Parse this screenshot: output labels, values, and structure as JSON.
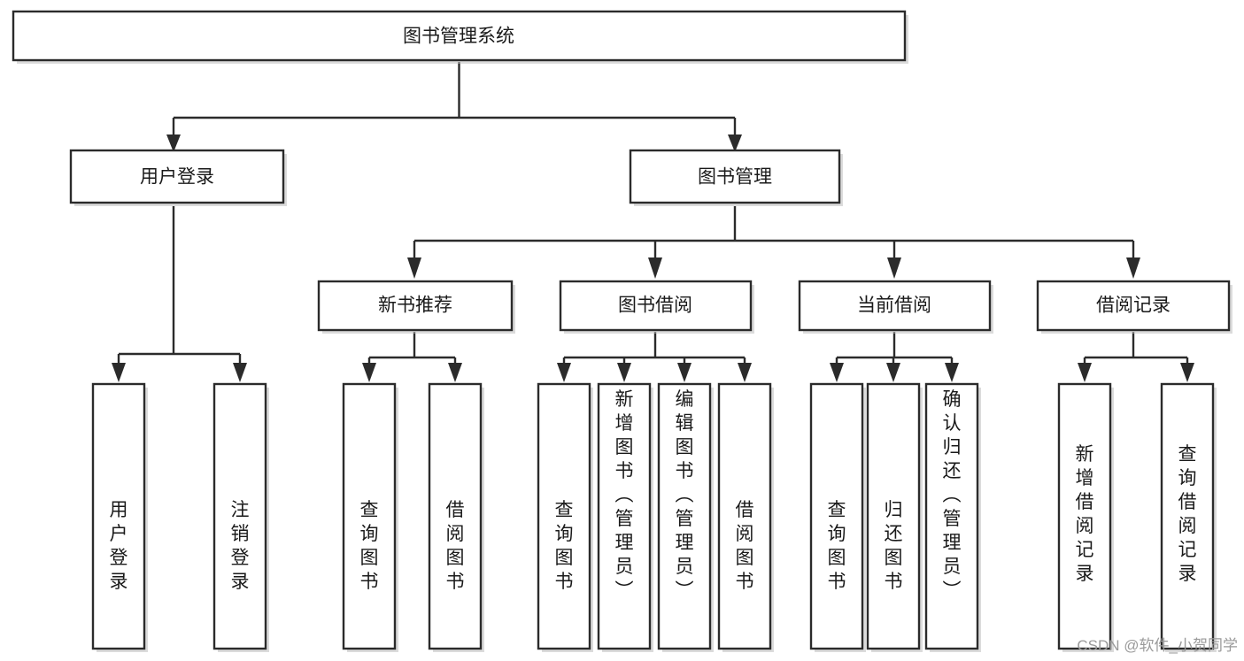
{
  "diagram": {
    "type": "tree-hierarchy",
    "title": "图书管理系统",
    "orientation": "top-down",
    "colors": {
      "background": "#ffffff",
      "box_fill": "#ffffff",
      "box_stroke": "#2b2b2b",
      "edge": "#2b2b2b",
      "text": "#1a1a1a",
      "shadow": "#bdbdbd",
      "watermark": "#9a9a9a"
    },
    "levels": [
      {
        "level": 1,
        "nodes": [
          {
            "id": "root",
            "label": "图书管理系统",
            "orientation": "horizontal"
          }
        ]
      },
      {
        "level": 2,
        "nodes": [
          {
            "id": "user-login",
            "label": "用户登录",
            "orientation": "horizontal",
            "parent": "root"
          },
          {
            "id": "book-manage",
            "label": "图书管理",
            "orientation": "horizontal",
            "parent": "root"
          }
        ]
      },
      {
        "level": 3,
        "nodes": [
          {
            "id": "new-book-rec",
            "label": "新书推荐",
            "orientation": "horizontal",
            "parent": "book-manage"
          },
          {
            "id": "book-borrow",
            "label": "图书借阅",
            "orientation": "horizontal",
            "parent": "book-manage"
          },
          {
            "id": "current-borrow",
            "label": "当前借阅",
            "orientation": "horizontal",
            "parent": "book-manage"
          },
          {
            "id": "borrow-record",
            "label": "借阅记录",
            "orientation": "horizontal",
            "parent": "book-manage"
          }
        ]
      },
      {
        "level": 4,
        "nodes": [
          {
            "id": "leaf-user-login",
            "label": "用户登录",
            "orientation": "vertical",
            "parent": "user-login"
          },
          {
            "id": "leaf-logout-login",
            "label": "注销登录",
            "orientation": "vertical",
            "parent": "user-login"
          },
          {
            "id": "leaf-query-book-1",
            "label": "查询图书",
            "orientation": "vertical",
            "parent": "new-book-rec"
          },
          {
            "id": "leaf-borrow-book-1",
            "label": "借阅图书",
            "orientation": "vertical",
            "parent": "new-book-rec"
          },
          {
            "id": "leaf-query-book-2",
            "label": "查询图书",
            "orientation": "vertical",
            "parent": "book-borrow"
          },
          {
            "id": "leaf-add-book-admin",
            "label": "新增图书（管理员）",
            "orientation": "vertical",
            "parent": "book-borrow"
          },
          {
            "id": "leaf-edit-book-admin",
            "label": "编辑图书（管理员）",
            "orientation": "vertical",
            "parent": "book-borrow"
          },
          {
            "id": "leaf-borrow-book-2",
            "label": "借阅图书",
            "orientation": "vertical",
            "parent": "book-borrow"
          },
          {
            "id": "leaf-query-book-3",
            "label": "查询图书",
            "orientation": "vertical",
            "parent": "current-borrow"
          },
          {
            "id": "leaf-return-book",
            "label": "归还图书",
            "orientation": "vertical",
            "parent": "current-borrow"
          },
          {
            "id": "leaf-confirm-return-admin",
            "label": "确认归还（管理员）",
            "orientation": "vertical",
            "parent": "current-borrow"
          },
          {
            "id": "leaf-add-borrow-record",
            "label": "新增借阅记录",
            "orientation": "vertical",
            "parent": "borrow-record"
          },
          {
            "id": "leaf-query-borrow-record",
            "label": "查询借阅记录",
            "orientation": "vertical",
            "parent": "borrow-record"
          }
        ]
      }
    ]
  },
  "watermark": {
    "label": "CSDN @软件_小贺同学"
  }
}
